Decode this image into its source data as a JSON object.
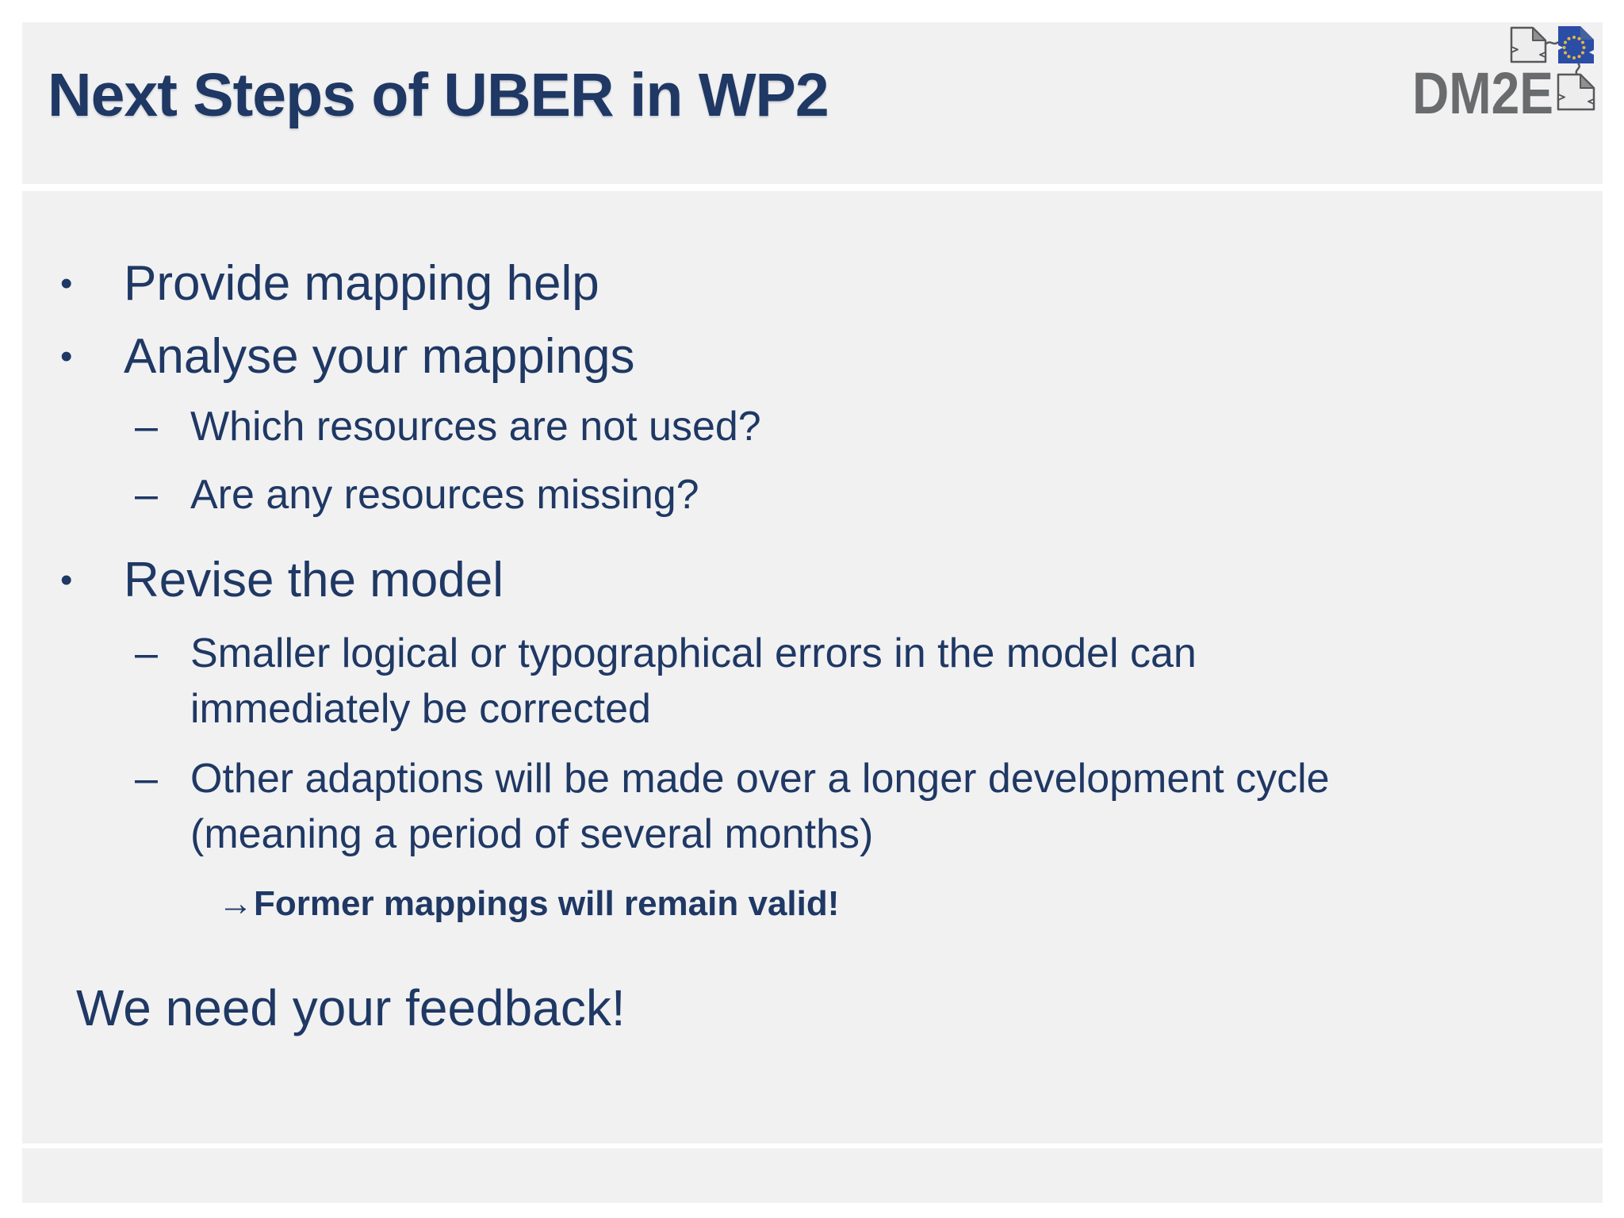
{
  "slide": {
    "title": "Next Steps of UBER in WP2",
    "logo": {
      "text": "DM2E",
      "icons": [
        "document-icon",
        "eu-flag-document-icon",
        "document-icon"
      ]
    },
    "bullets": [
      {
        "level": 1,
        "marker": "•",
        "text": "Provide mapping help"
      },
      {
        "level": 1,
        "marker": "•",
        "text": "Analyse your mappings"
      },
      {
        "level": 2,
        "marker": "–",
        "text": "Which resources are not used?"
      },
      {
        "level": 2,
        "marker": "–",
        "text": "Are any resources missing?"
      },
      {
        "level": 1,
        "marker": "•",
        "text": "Revise the model"
      },
      {
        "level": 2,
        "marker": "–",
        "text": "Smaller logical or typographical errors in the model can\nimmediately be corrected"
      },
      {
        "level": 2,
        "marker": "–",
        "text": "Other adaptions will be made over a longer development cycle\n(meaning a period of several months)"
      },
      {
        "level": 3,
        "marker": "→",
        "text": "Former mappings will remain valid!"
      }
    ],
    "closing": "We need your feedback!",
    "colors": {
      "text_navy": "#1f3864",
      "panel_gray": "#f1f1f2",
      "logo_gray": "#6a6b6d",
      "logo_blue": "#2b4da6",
      "star_gold": "#e3b93c"
    }
  }
}
